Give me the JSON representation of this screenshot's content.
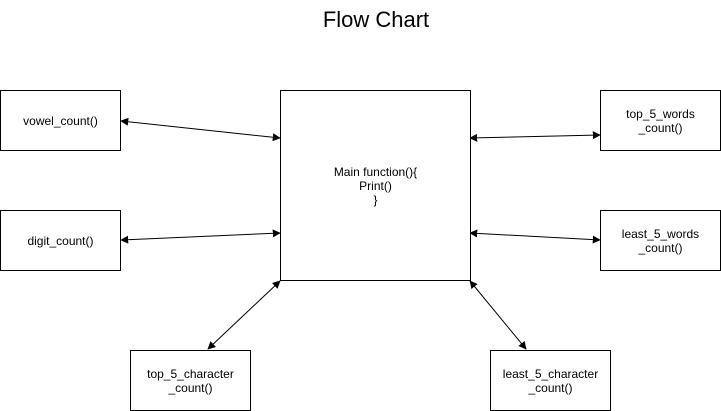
{
  "title": "Flow Chart",
  "nodes": {
    "main": {
      "lines": [
        "Main function(){",
        "Print()",
        "}"
      ]
    },
    "vowel_count": {
      "lines": [
        "vowel_count()"
      ]
    },
    "digit_count": {
      "lines": [
        "digit_count()"
      ]
    },
    "top_5_character_count": {
      "lines": [
        "top_5_character",
        "_count()"
      ]
    },
    "top_5_words_count": {
      "lines": [
        "top_5_words",
        "_count()"
      ]
    },
    "least_5_words_count": {
      "lines": [
        "least_5_words",
        "_count()"
      ]
    },
    "least_5_character_count": {
      "lines": [
        "least_5_character",
        "_count()"
      ]
    }
  },
  "edges": [
    {
      "from": "main",
      "to": "vowel_count",
      "arrows": "both"
    },
    {
      "from": "main",
      "to": "digit_count",
      "arrows": "both"
    },
    {
      "from": "main",
      "to": "top_5_character_count",
      "arrows": "both"
    },
    {
      "from": "main",
      "to": "top_5_words_count",
      "arrows": "both"
    },
    {
      "from": "main",
      "to": "least_5_words_count",
      "arrows": "both"
    },
    {
      "from": "main",
      "to": "least_5_character_count",
      "arrows": "both"
    }
  ],
  "colors": {
    "stroke": "#000000",
    "fill": "#ffffff"
  }
}
